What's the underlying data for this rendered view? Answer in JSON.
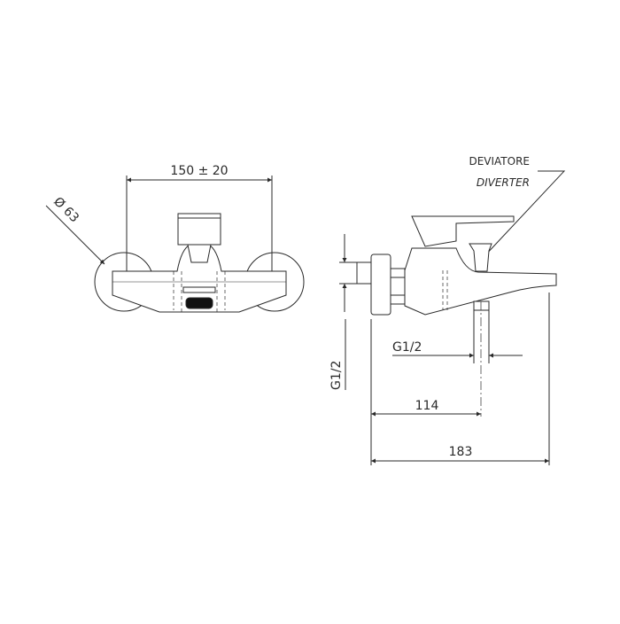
{
  "drawing": {
    "title": "Bath mixer technical drawing",
    "line_color": "#2a2a2a",
    "background": "#ffffff"
  },
  "front_view": {
    "dim_width_label": "150 ± 20",
    "dim_diameter_label": "Ø 63"
  },
  "side_view": {
    "callout_line1": "DEVIATORE",
    "callout_line2": "DIVERTER",
    "dim_inlet_label": "G1/2",
    "dim_outlet_label": "G1/2",
    "dim_outlet_distance": "114",
    "dim_total_length": "183"
  }
}
